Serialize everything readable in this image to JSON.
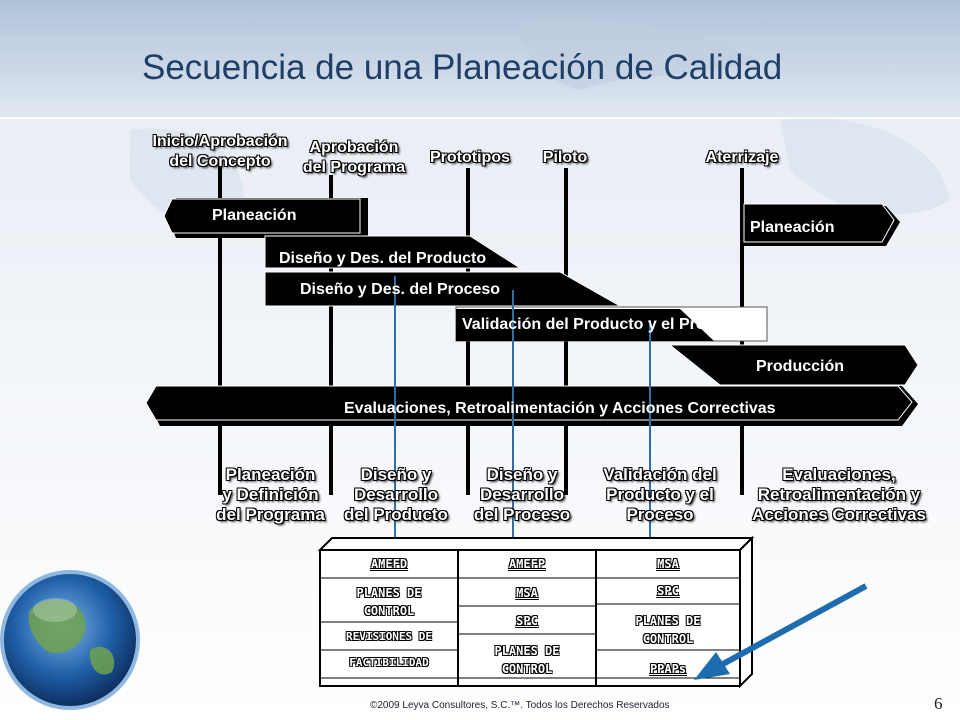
{
  "title": "Secuencia de una Planeación de Calidad",
  "milestones": {
    "inicio": [
      "Inicio/Aprobación",
      "del Concepto"
    ],
    "aprobacion": [
      "Aprobación",
      "del Programa"
    ],
    "prototipos": "Prototipos",
    "piloto": "Piloto",
    "aterrizaje": "Aterrizaje"
  },
  "bars": {
    "planeacion_left": "Planeación",
    "planeacion_right": "Planeación",
    "diseno_producto": "Diseño y Des. del Producto",
    "diseno_proceso": "Diseño y Des. del Proceso",
    "validacion": "Validación del Producto y el Proceso",
    "produccion": "Producción",
    "evaluaciones": "Evaluaciones, Retroalimentación y Acciones Correctivas"
  },
  "phases": {
    "p1": [
      "Planeación",
      "y Definición",
      "del Programa"
    ],
    "p2": [
      "Diseño y",
      "Desarrollo",
      "del Producto"
    ],
    "p3": [
      "Diseño y",
      "Desarrollo",
      "del Proceso"
    ],
    "p4": [
      "Validación del",
      "Producto y el",
      "Proceso"
    ],
    "p5": [
      "Evaluaciones,",
      "Retroalimentación y",
      "Acciones Correctivas"
    ]
  },
  "table": {
    "col1": [
      "AMEFD",
      "PLANES DE",
      "CONTROL",
      "REVISIONES DE",
      "FACTIBILIDAD"
    ],
    "col2": [
      "AMEFP",
      "MSA",
      "SPC",
      "PLANES DE",
      "CONTROL"
    ],
    "col3": [
      "MSA",
      "SPC",
      "PLANES DE",
      "CONTROL",
      "PPAPs"
    ]
  },
  "footer": "©2009 Leyva Consultores, S.C.™. Todos los Derechos Reservados",
  "page_number": "6",
  "colors": {
    "title": "#1f3f66",
    "bar": "#000000",
    "connector": "#2e6fa8",
    "arrow": "#1e6cb0"
  }
}
